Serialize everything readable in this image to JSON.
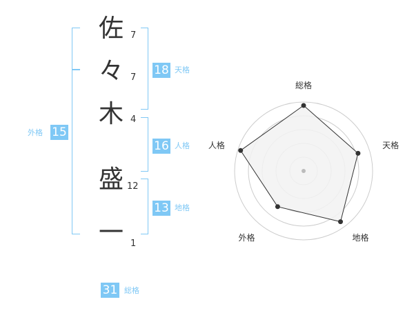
{
  "name": {
    "chars": [
      {
        "char": "佐",
        "strokes": "7"
      },
      {
        "char": "々",
        "strokes": "7"
      },
      {
        "char": "木",
        "strokes": "4"
      },
      {
        "char": "盛",
        "strokes": "12"
      },
      {
        "char": "一",
        "strokes": "1"
      }
    ]
  },
  "fortune": {
    "tenkaku": {
      "value": "18",
      "label": "天格"
    },
    "jinkaku": {
      "value": "16",
      "label": "人格"
    },
    "chikaku": {
      "value": "13",
      "label": "地格"
    },
    "gaikaku": {
      "value": "15",
      "label": "外格"
    },
    "soukaku": {
      "value": "31",
      "label": "総格"
    }
  },
  "radar": {
    "axes": [
      "総格",
      "天格",
      "地格",
      "外格",
      "人格"
    ],
    "scores": [
      0.95,
      0.83,
      0.91,
      0.64,
      0.96
    ],
    "rings": 5,
    "colors": {
      "ring": "#cccccc",
      "fill": "#f2f2f2",
      "line": "#333333",
      "point": "#333333",
      "center": "#bbbbbb"
    }
  }
}
